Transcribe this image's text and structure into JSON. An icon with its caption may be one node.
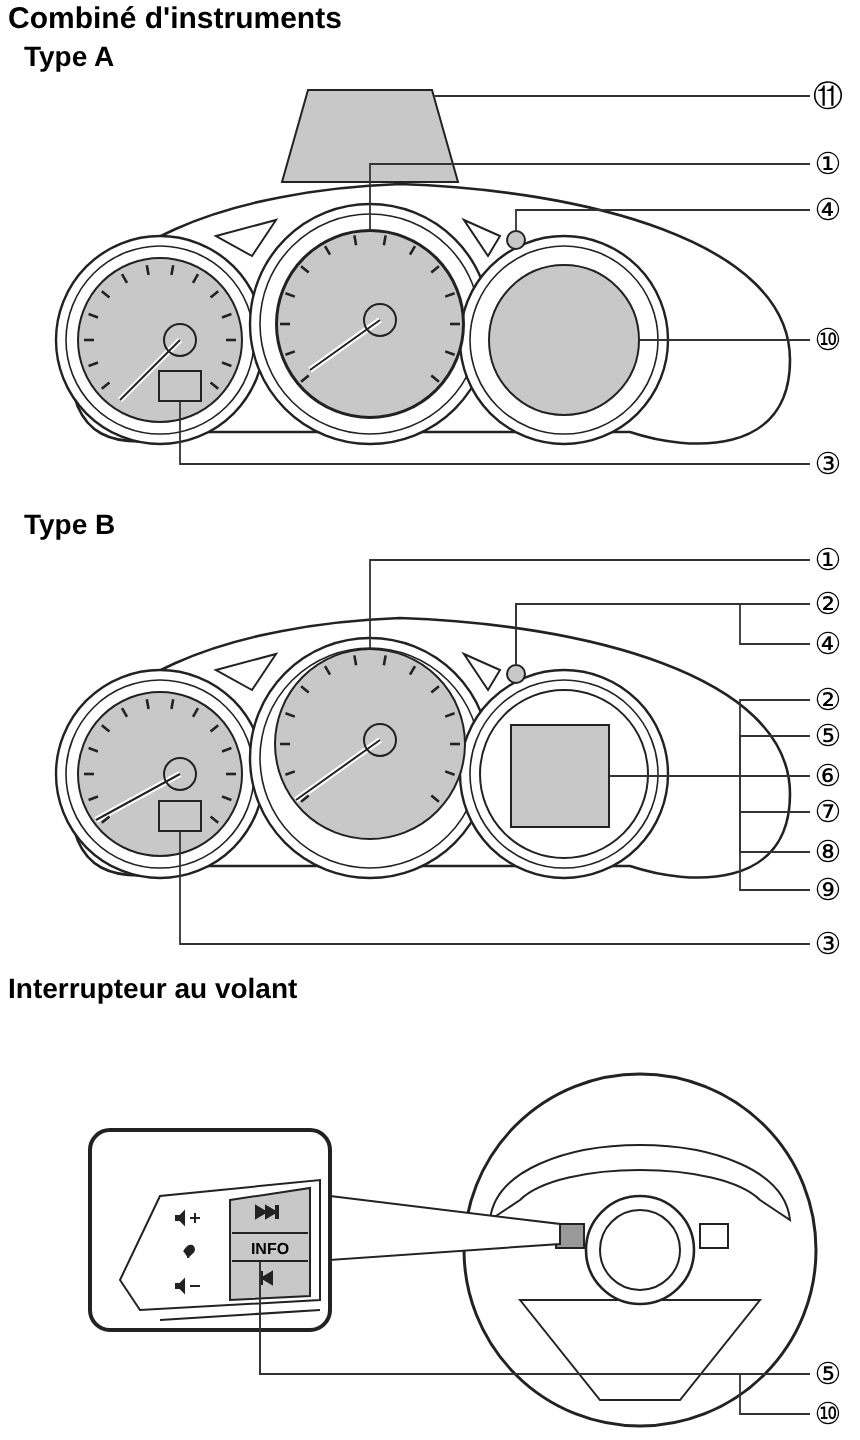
{
  "diagram": {
    "title": "Combiné d'instruments",
    "nodes": [
      {
        "text": [],
        "shape": "box"
      },
      {
        "text": [
          "⑪"
        ]
      },
      {
        "text": [],
        "shape": "circle"
      },
      {
        "text": [
          "①"
        ]
      },
      {
        "text": [],
        "shape": "circle"
      },
      {
        "text": [
          "④"
        ]
      },
      {
        "text": [],
        "shape": "circle"
      },
      {
        "text": [
          "⑩"
        ]
      },
      {
        "text": [],
        "shape": "box"
      },
      {
        "text": [
          "③"
        ]
      },
      {
        "text": [],
        "shape": "circle"
      },
      {
        "text": [
          "①"
        ]
      },
      {
        "text": [],
        "shape": "circle"
      },
      {
        "text": [
          "②"
        ]
      },
      {
        "text": [
          "④"
        ]
      },
      {
        "text": [],
        "shape": "box"
      },
      {
        "text": [
          "②"
        ]
      },
      {
        "text": [
          "⑤"
        ]
      },
      {
        "text": [
          "⑥"
        ]
      },
      {
        "text": [
          "⑦"
        ]
      },
      {
        "text": [
          "⑧"
        ]
      },
      {
        "text": [
          "⑨"
        ]
      },
      {
        "text": [],
        "shape": "box"
      },
      {
        "text": [
          "③"
        ]
      },
      {
        "text": [
          "INFO"
        ]
      },
      {
        "text": [
          "⑤"
        ]
      },
      {
        "text": [
          "⑩"
        ]
      }
    ],
    "edges": [
      {
        "from": 1,
        "to": 0,
        "arrow": "none"
      },
      {
        "from": 3,
        "to": 2,
        "arrow": "none"
      },
      {
        "from": 5,
        "to": 4,
        "arrow": "none"
      },
      {
        "from": 7,
        "to": 6,
        "arrow": "none"
      },
      {
        "from": 9,
        "to": 8,
        "arrow": "none"
      },
      {
        "from": 11,
        "to": 10,
        "arrow": "none"
      },
      {
        "from": 13,
        "to": 12,
        "arrow": "none"
      },
      {
        "from": 14,
        "to": 12,
        "arrow": "none"
      },
      {
        "from": 16,
        "to": 15,
        "arrow": "none"
      },
      {
        "from": 17,
        "to": 15,
        "arrow": "none"
      },
      {
        "from": 18,
        "to": 15,
        "arrow": "none"
      },
      {
        "from": 19,
        "to": 15,
        "arrow": "none"
      },
      {
        "from": 20,
        "to": 15,
        "arrow": "none"
      },
      {
        "from": 21,
        "to": 15,
        "arrow": "none"
      },
      {
        "from": 23,
        "to": 22,
        "arrow": "none"
      },
      {
        "from": 25,
        "to": 24,
        "arrow": "none"
      },
      {
        "from": 26,
        "to": 24,
        "arrow": "none"
      }
    ],
    "labels": [
      "Type A",
      "Type B",
      "Interrupteur au volant"
    ]
  }
}
